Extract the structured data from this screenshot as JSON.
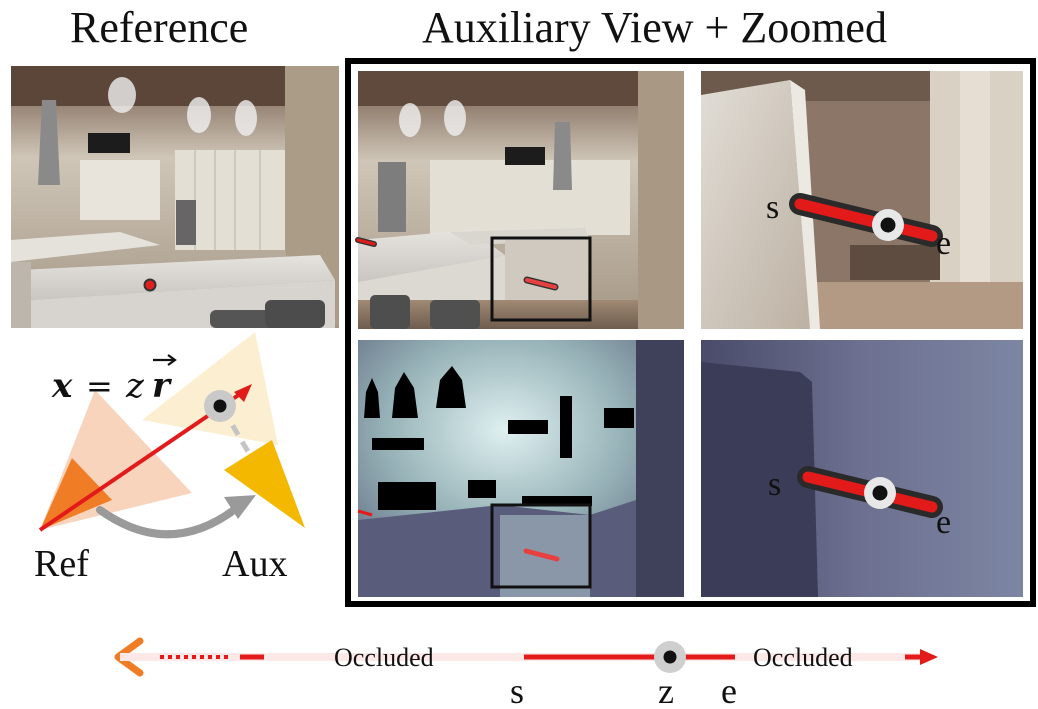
{
  "headers": {
    "reference": "Reference",
    "aux_zoom": "Auxiliary View + Zoomed"
  },
  "camera_diagram": {
    "equation_x": "x",
    "equation_eq": "=",
    "equation_z": "z",
    "equation_r": "r",
    "ref_label": "Ref",
    "aux_label": "Aux"
  },
  "zoom_labels": {
    "top_s": "s",
    "top_e": "e",
    "bottom_s": "s",
    "bottom_e": "e"
  },
  "ray_bar": {
    "occluded_left": "Occluded",
    "occluded_right": "Occluded",
    "s": "s",
    "z": "z",
    "e": "e"
  },
  "colors": {
    "ray_red": "#e21a1a",
    "ref_orange": "#f07d26",
    "aux_yellow": "#f5b800",
    "panel_border": "#000000",
    "depth_blue_gray": "#5a5c7c"
  }
}
